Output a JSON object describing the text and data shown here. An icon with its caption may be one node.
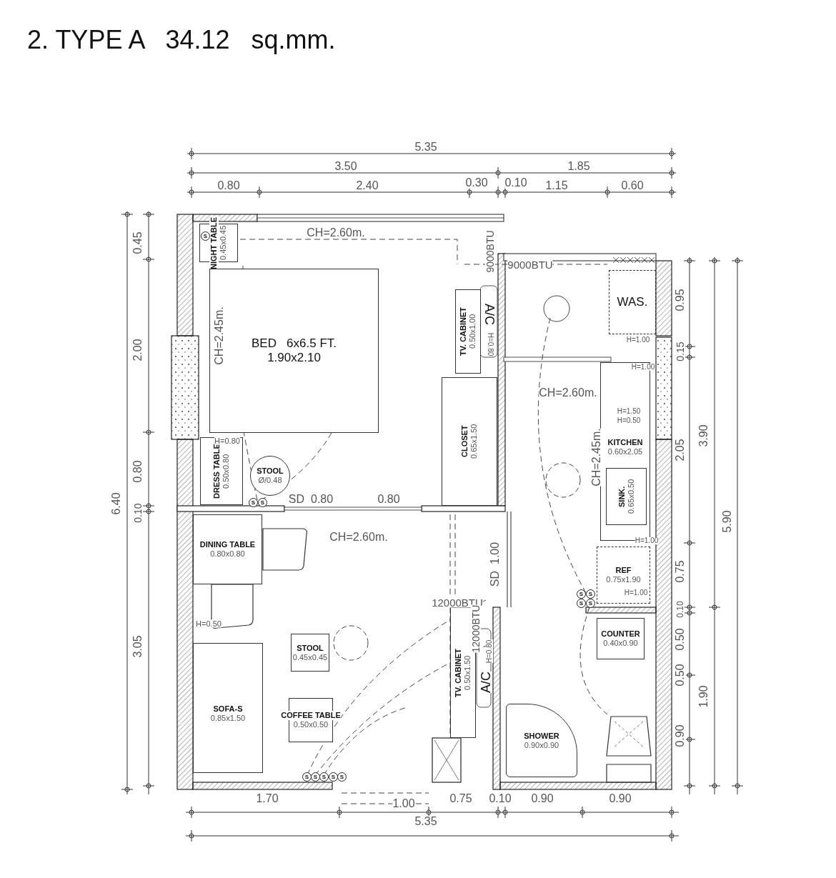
{
  "diagram": {
    "title": "2. TYPE A   34.12   sq.mm.",
    "nodes": [
      {
        "text": [
          "NIGHT TABLE",
          "0.45x0.45"
        ]
      },
      {
        "text": [
          "BED   6x6.5 FT.",
          "1.90x2.10"
        ]
      },
      {
        "text": [
          "DRESS TABLE",
          "0.50x0.80"
        ]
      },
      {
        "text": [
          "STOOL",
          "Ø/0.48"
        ]
      },
      {
        "text": [
          "TV. CABINET",
          "0.50x1.00"
        ]
      },
      {
        "text": [
          "CLOSET",
          "0.65x1.50"
        ]
      },
      {
        "text": [
          "WAS."
        ]
      },
      {
        "text": [
          "KITCHEN",
          "0.60x2.05"
        ]
      },
      {
        "text": [
          "SINK.",
          "0.65x0.50"
        ],
        "in": 7
      },
      {
        "text": [
          "REF",
          "0.75x1.90"
        ]
      },
      {
        "text": [
          "DINING TABLE",
          "0.80x0.80"
        ]
      },
      {
        "text": [
          "STOOL",
          "0.45x0.45"
        ]
      },
      {
        "text": [
          "SOFA-S",
          "0.85x1.50"
        ]
      },
      {
        "text": [
          "COFFEE TABLE",
          "0.50x0.50"
        ]
      },
      {
        "text": [
          "TV. CABINET",
          "0.50x1.50"
        ]
      },
      {
        "text": [
          "COUNTER",
          "0.40x0.90"
        ]
      },
      {
        "text": [
          "SHOWER",
          "0.90x0.90"
        ]
      }
    ],
    "labels": [
      "5.35",
      "3.50",
      "1.85",
      "0.80",
      "2.40",
      "0.30",
      "0.10",
      "1.15",
      "0.60",
      "0.45",
      "2.00",
      "0.80",
      "0.10",
      "6.40",
      "3.05",
      "0.95",
      "0.15",
      "2.05",
      "3.90",
      "0.75",
      "0.10",
      "0.50",
      "0.50",
      "0.90",
      "1.90",
      "5.90",
      "1.70",
      "1.00",
      "0.75",
      "0.10",
      "0.90",
      "0.90",
      "5.35",
      "CH=2.60m.",
      "CH=2.45m.",
      "CH=2.60m.",
      "CH=2.45m.",
      "CH=2.60m.",
      "9000BTU",
      "9000BTU",
      "12000BTU",
      "12000BTU",
      "A/C",
      "H=0.80",
      "A/C",
      "H=0.80",
      "SD  0.80",
      "0.80",
      "SD  1.00",
      "H=0.80",
      "H=0.50",
      "H=1.00",
      "H=1.00",
      "H=1.50",
      "H=0.50",
      "H=1.00",
      "H=1.00",
      "S",
      "S",
      "S",
      "S",
      "S",
      "S",
      "S",
      "S",
      "S",
      "S",
      "S",
      "S"
    ]
  }
}
